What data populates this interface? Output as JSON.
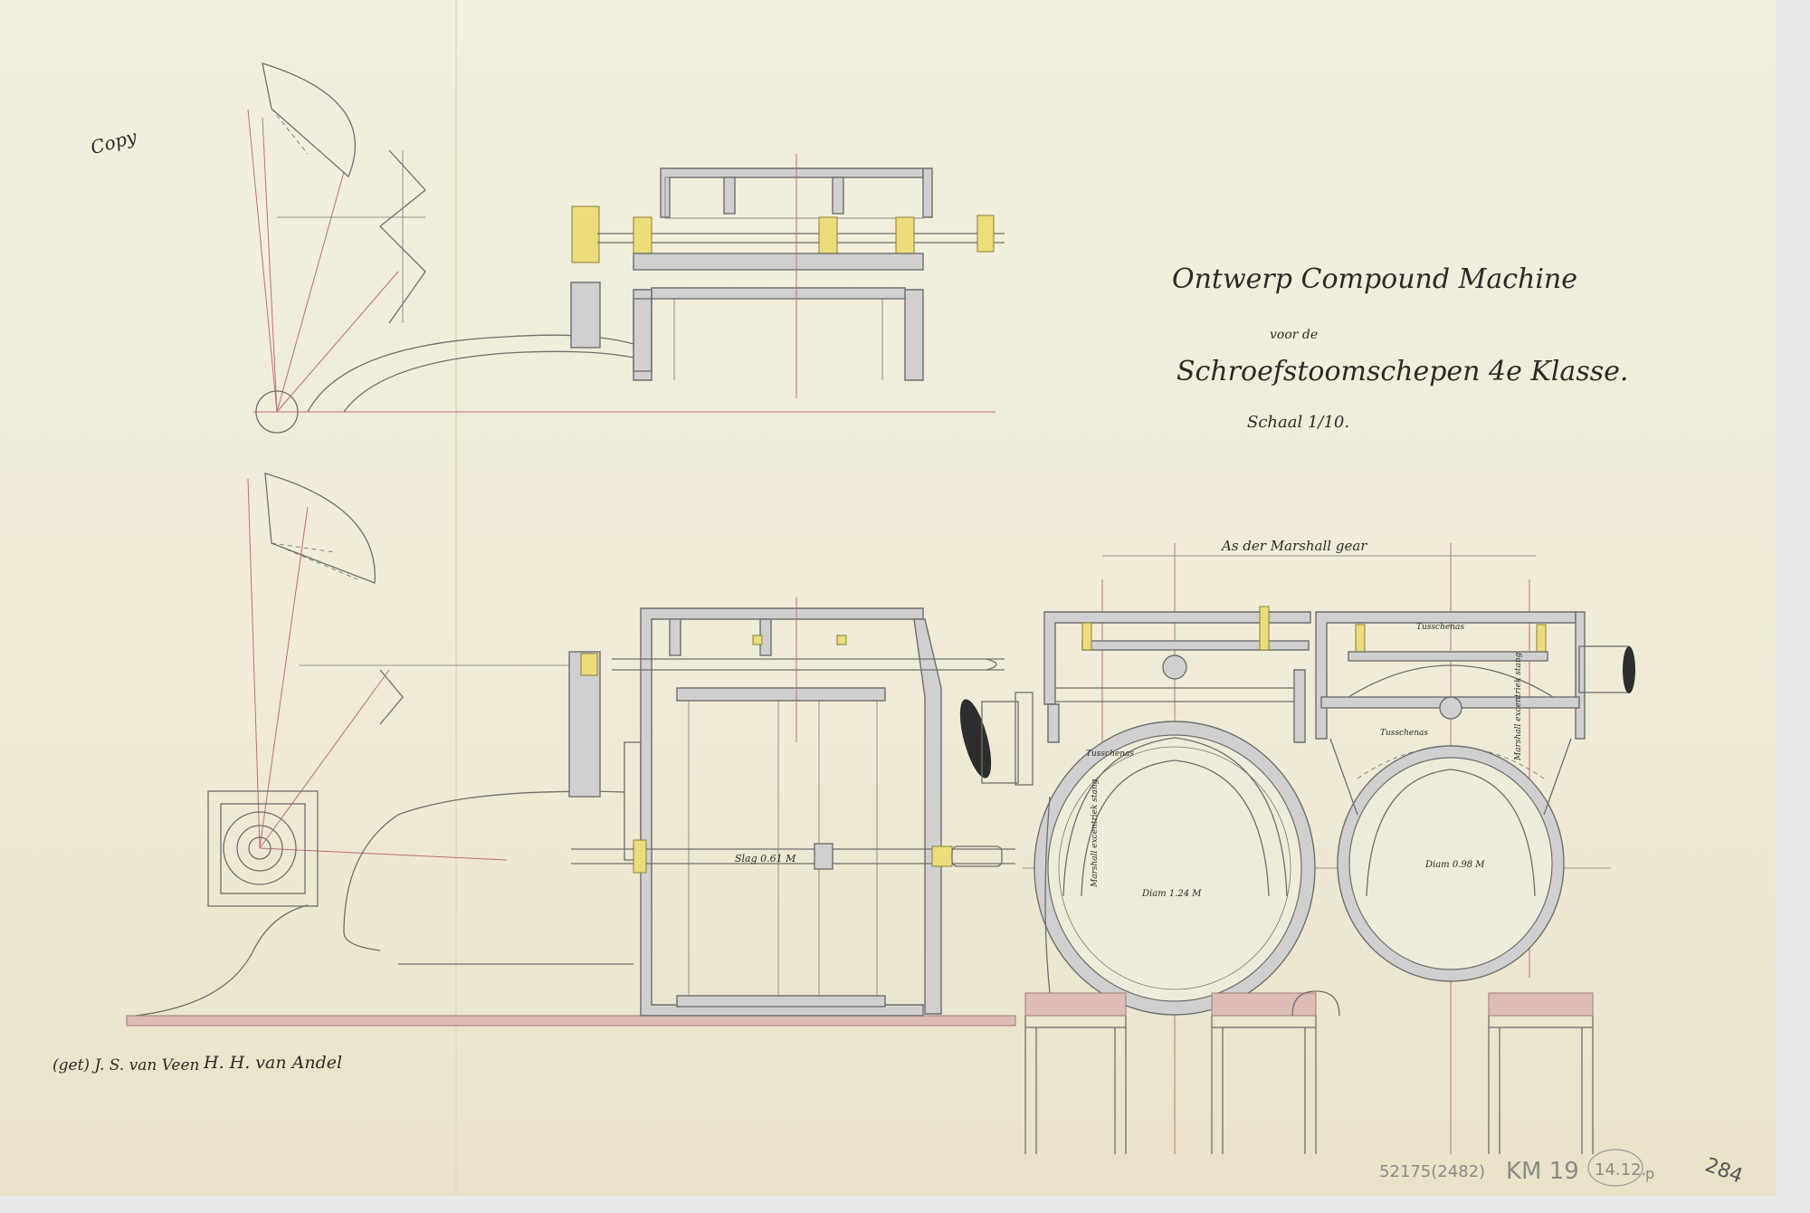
{
  "title": {
    "line1": "Ontwerp Compound Machine",
    "line2": "voor de",
    "line3": "Schroefstoomschepen 4e Klasse.",
    "scale": "Schaal 1/10."
  },
  "copy_mark": "Copy",
  "marshall_label": "As der Marshall gear",
  "dimension_labels": {
    "stroke": "Slag 0.61 M",
    "diam_large": "Diam 1.24 M",
    "diam_small": "Diam 0.98 M",
    "eccentric_left": "Marshall excentriek stang",
    "eccentric_right": "Marshall excentriek stang",
    "section_a": "Tusschenas",
    "section_b": "Tusschenas",
    "section_c": "Tusschenas"
  },
  "signatures": {
    "sig1": "(get) J. S. van Veen",
    "sig2": "H. H. van Andel"
  },
  "archive_marks": {
    "inventory": "52175(2482)",
    "collection": "KM 19",
    "circled": "14.12.",
    "suffix": "p",
    "number": "284"
  },
  "colors": {
    "paper": "#efebd9",
    "casting_grey": "#cfd0cf",
    "brass_yellow": "#ecdc7c",
    "center_red": "#c26b7c",
    "base_pink": "#dcbcb5"
  }
}
